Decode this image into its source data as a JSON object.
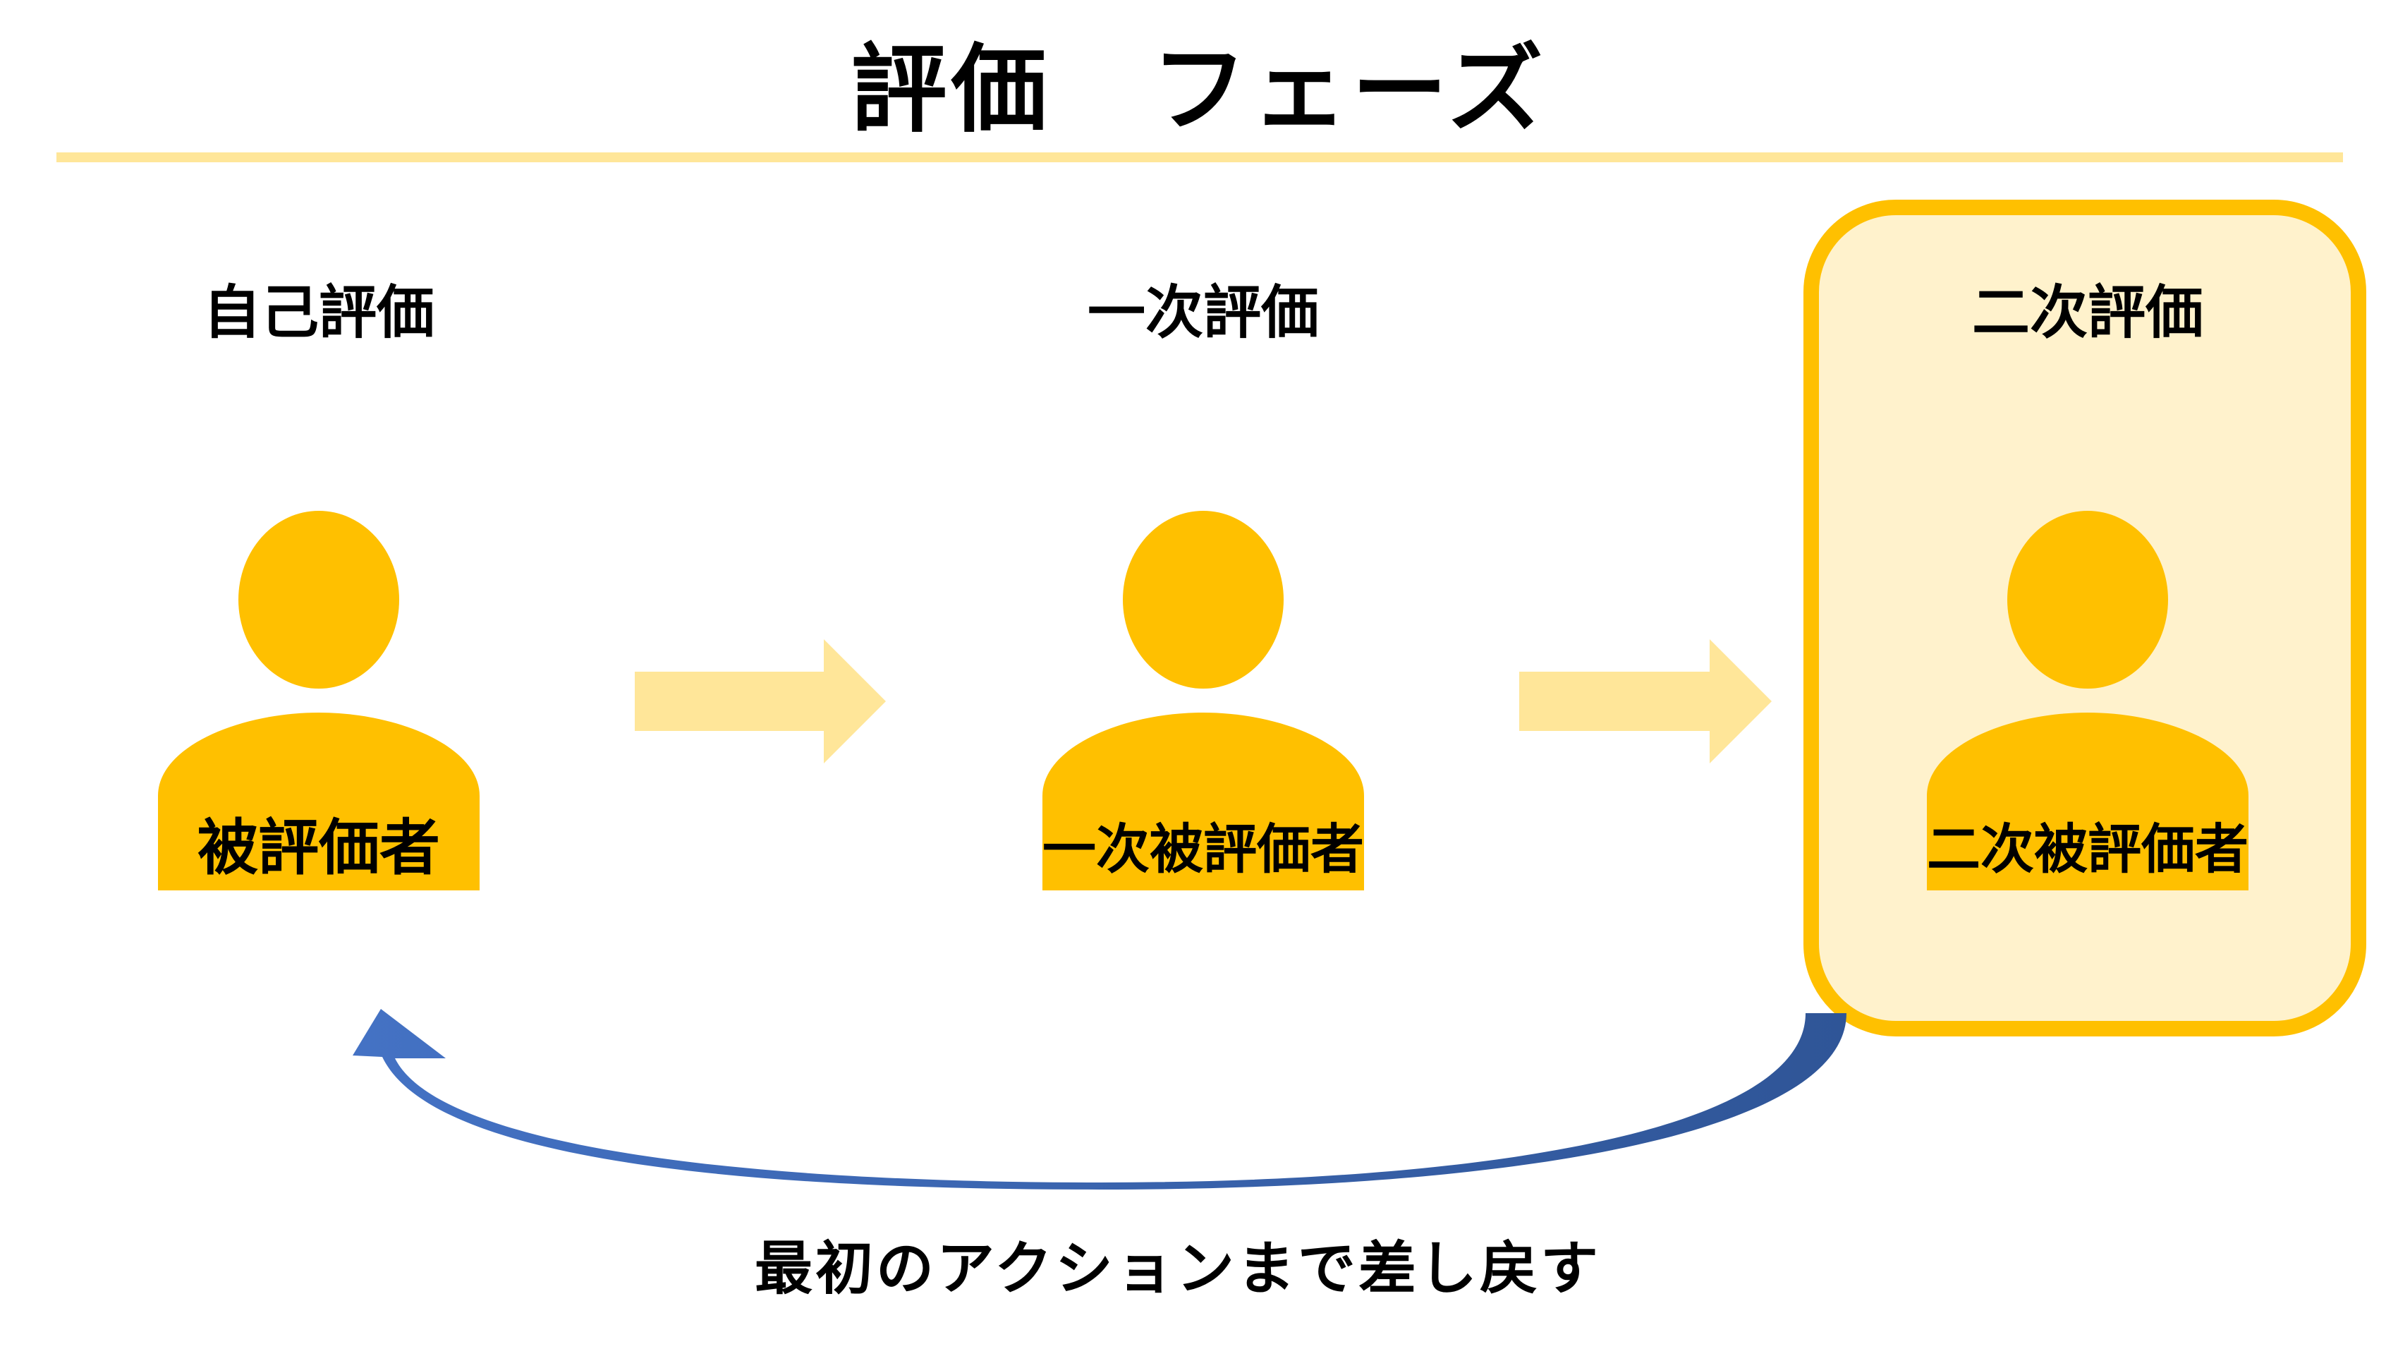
{
  "title": "評価　フェーズ",
  "stages": [
    {
      "label": "自己評価",
      "person_label": "被評価者",
      "highlighted": false
    },
    {
      "label": "一次評価",
      "person_label": "一次被評価者",
      "highlighted": false
    },
    {
      "label": "二次評価",
      "person_label": "二次被評価者",
      "highlighted": true
    }
  ],
  "return_arrow_label": "最初のアクションまで差し戻す",
  "colors": {
    "person": "#FFC000",
    "forward_arrow": "#FFE699",
    "divider": "#FFE699",
    "highlight_fill": "#FFF2CC",
    "highlight_border": "#FFC000",
    "return_arrow": "#2F5597"
  },
  "icons": {
    "person": "person-icon",
    "forward_arrow": "right-arrow-icon",
    "return_arrow": "curved-return-arrow-icon"
  }
}
